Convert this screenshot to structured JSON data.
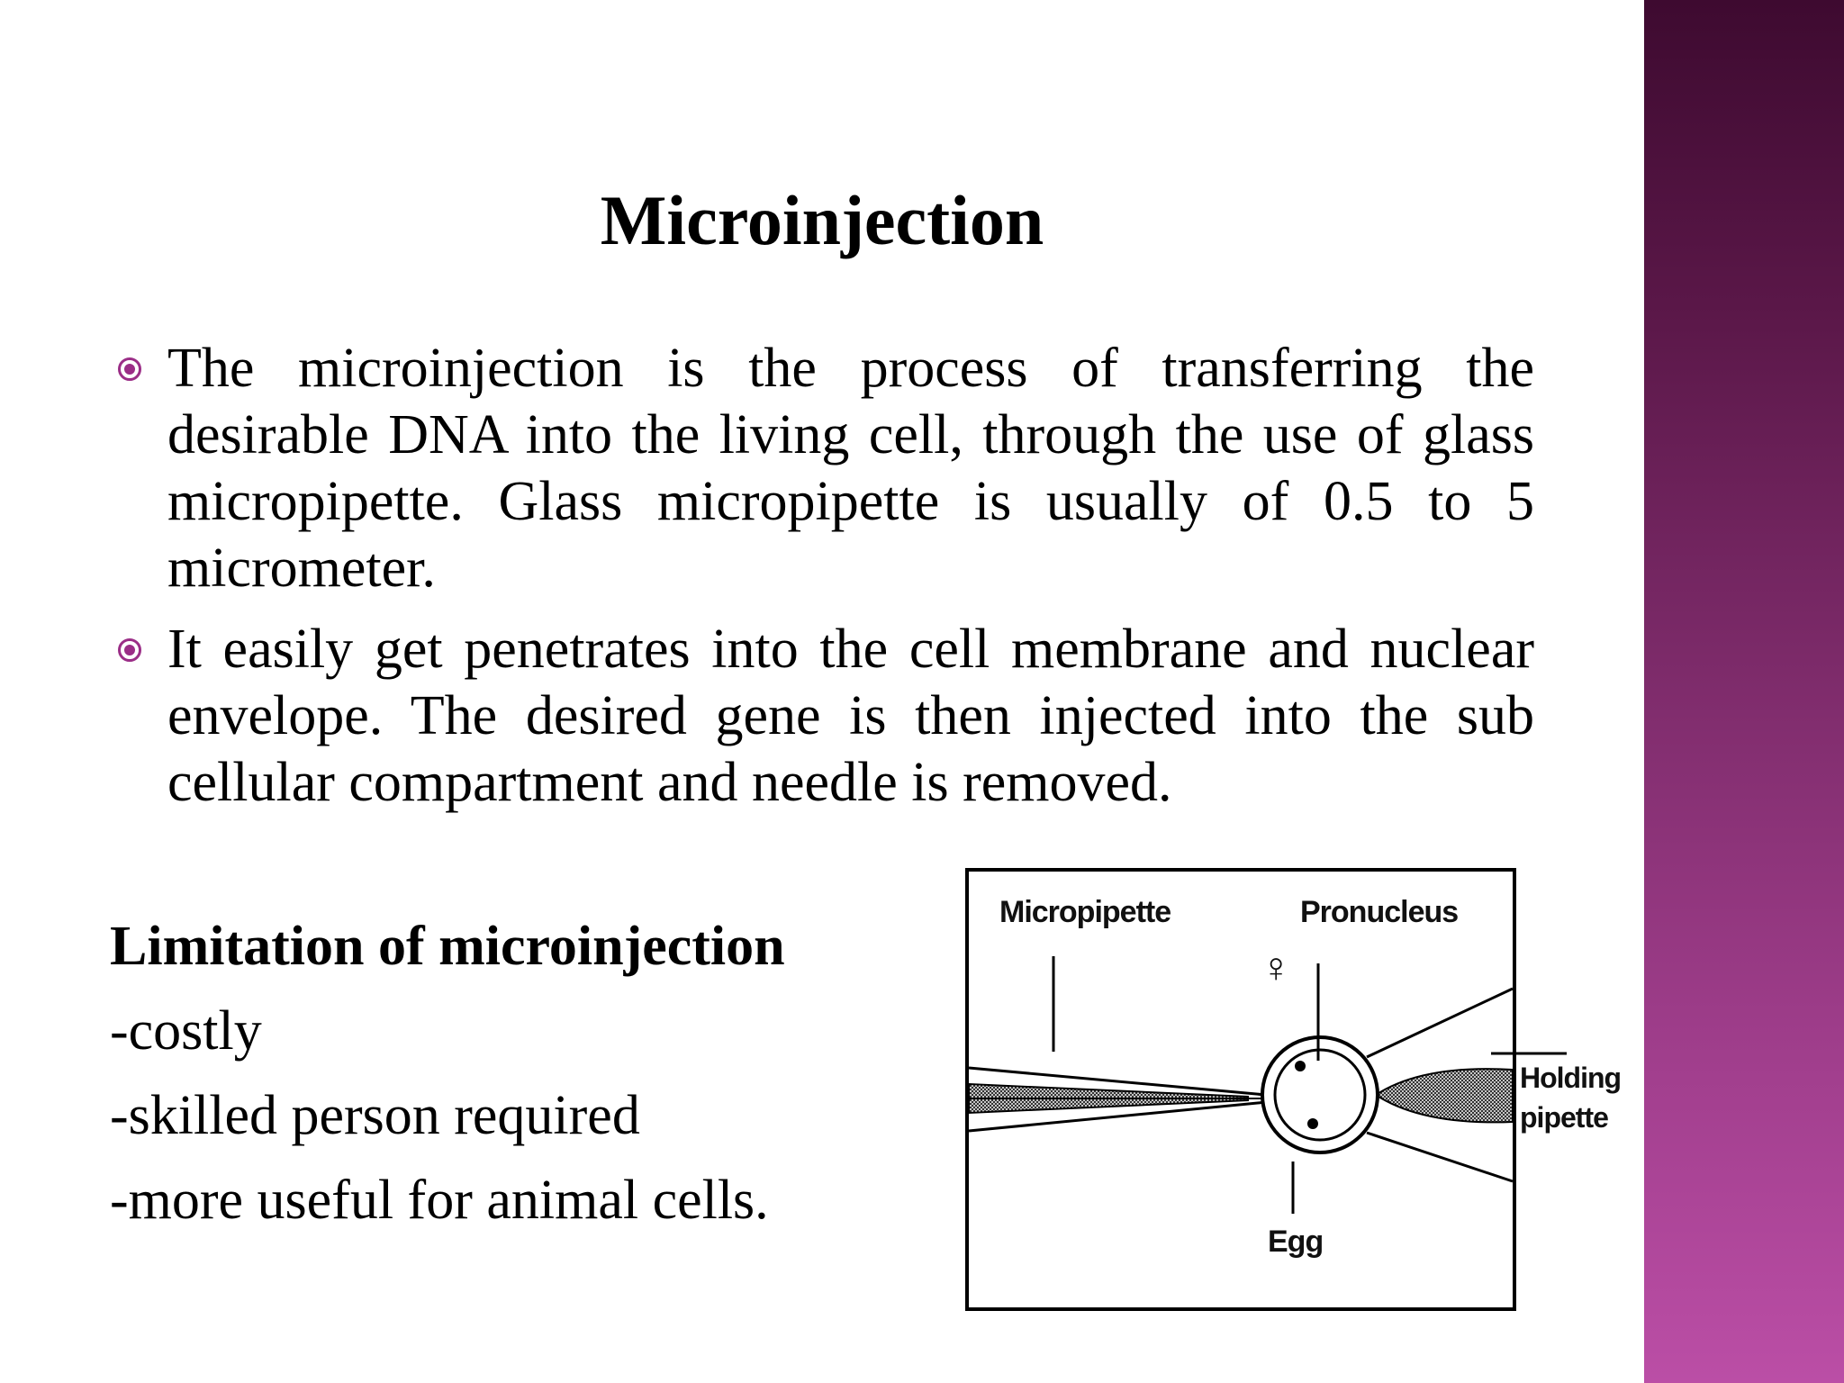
{
  "slide": {
    "title": "Microinjection",
    "bullets": [
      "The microinjection is the process of transferring the desirable DNA into the living cell, through the use of glass micropipette. Glass micropipette is usually of 0.5 to 5 micrometer.",
      "It easily get penetrates into the cell membrane and nuclear envelope. The desired gene is then injected into the sub cellular compartment and needle is removed."
    ],
    "limitations": {
      "heading": "Limitation of microinjection",
      "items": [
        "-costly",
        "-skilled person required",
        "-more useful for animal cells."
      ]
    }
  },
  "diagram": {
    "labels": {
      "micropipette": "Micropipette",
      "pronucleus": "Pronucleus",
      "holding_line1": "Holding",
      "holding_line2": "pipette",
      "egg": "Egg",
      "female_symbol": "♀"
    }
  },
  "colors": {
    "bullet_accent": "#9b2e87",
    "side_band_top": "#3e0a30",
    "side_band_bottom": "#bb4ea6"
  },
  "icons": {
    "bullet": "circled-dot-icon"
  }
}
